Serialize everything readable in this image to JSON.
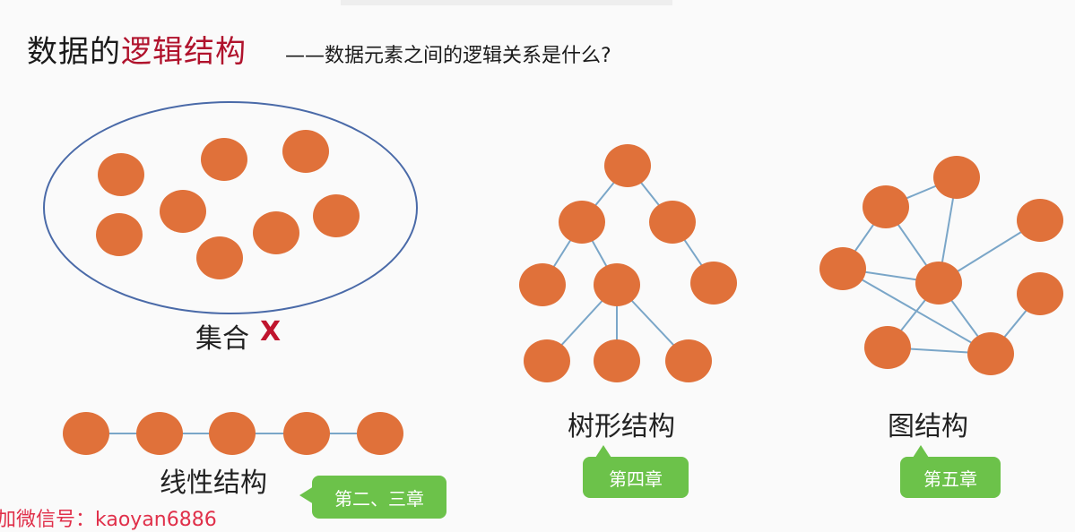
{
  "heading": {
    "prefix": "数据的",
    "highlight": "逻辑结构",
    "rest": "——数据元素之间的逻辑关系是什么?"
  },
  "labels": {
    "set": "集合",
    "set_mark": "X",
    "linear": "线性结构",
    "tree": "树形结构",
    "graph": "图结构"
  },
  "badges": {
    "linear": "第二、三章",
    "tree": "第四章",
    "graph": "第五章"
  },
  "watermark": "加微信号：kaoyan6886",
  "colors": {
    "node_fill": "#e0713a",
    "edge": "#7aa6c8",
    "ellipse": "#4a6aa8",
    "badge": "#6cc24a",
    "accent": "#b0122c"
  }
}
